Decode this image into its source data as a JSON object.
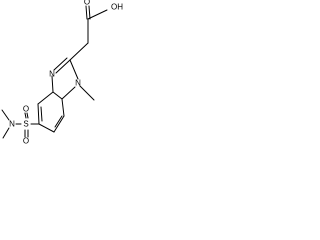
{
  "structure": {
    "atoms": {
      "carboxyl_hydroxyl": "OH",
      "carbonyl_oxygen": "O",
      "ring_nitrogen_upper": "N",
      "ring_nitrogen_lower": "N",
      "sulfonamide_nitrogen": "N",
      "sulfur": "S",
      "sulfonyl_oxygen_top": "O",
      "sulfonyl_oxygen_bottom": "O"
    }
  },
  "colors": {
    "bond": "#000000",
    "label": "#000000",
    "background": "#ffffff"
  }
}
